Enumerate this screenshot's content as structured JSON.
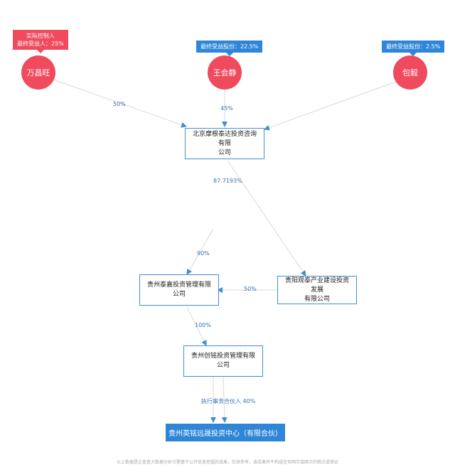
{
  "persons": [
    {
      "id": "wan",
      "name": "万昌旺"
    },
    {
      "id": "wang",
      "name": "王会静"
    },
    {
      "id": "bao",
      "name": "包毅"
    }
  ],
  "tags": {
    "wan": {
      "line1": "实际控制人",
      "line2": "最终受益人：25%"
    },
    "wang": {
      "text": "最终受益股份：22.5%"
    },
    "bao": {
      "text": "最终受益股份：2.5%"
    }
  },
  "companies": {
    "beijing": {
      "line1": "北京摩根泰达投资咨询有限",
      "line2": "公司"
    },
    "guizhou_taijia": {
      "name": "贵州泰嘉投资管理有限公司"
    },
    "guiyang_guantai": {
      "line1": "贵阳观泰产业建设投资发展",
      "line2": "有限公司"
    },
    "guizhou_chuangming": {
      "name": "贵州创铭投资管理有限公司"
    },
    "target": {
      "name": "贵州英铭远晟投资中心（有限合伙）"
    }
  },
  "percentages": {
    "wan_to_beijing": "50%",
    "wang_to_beijing": "45%",
    "beijing_to_guantai": "87.7193%",
    "to_taijia": "90%",
    "guantai_to_taijia": "50%",
    "taijia_to_chuangming": "100%",
    "chuangming_to_target": "执行事务合伙人 40%"
  },
  "footer": "以上数据是企查查大数据分析引擎基于公开信息挖掘的成果，仅供参考，该成果并不构成任何明示或暗示的观点或保证",
  "colors": {
    "person": "#ef4a5e",
    "accent": "#2f86d8",
    "border": "#3f8fd4"
  }
}
